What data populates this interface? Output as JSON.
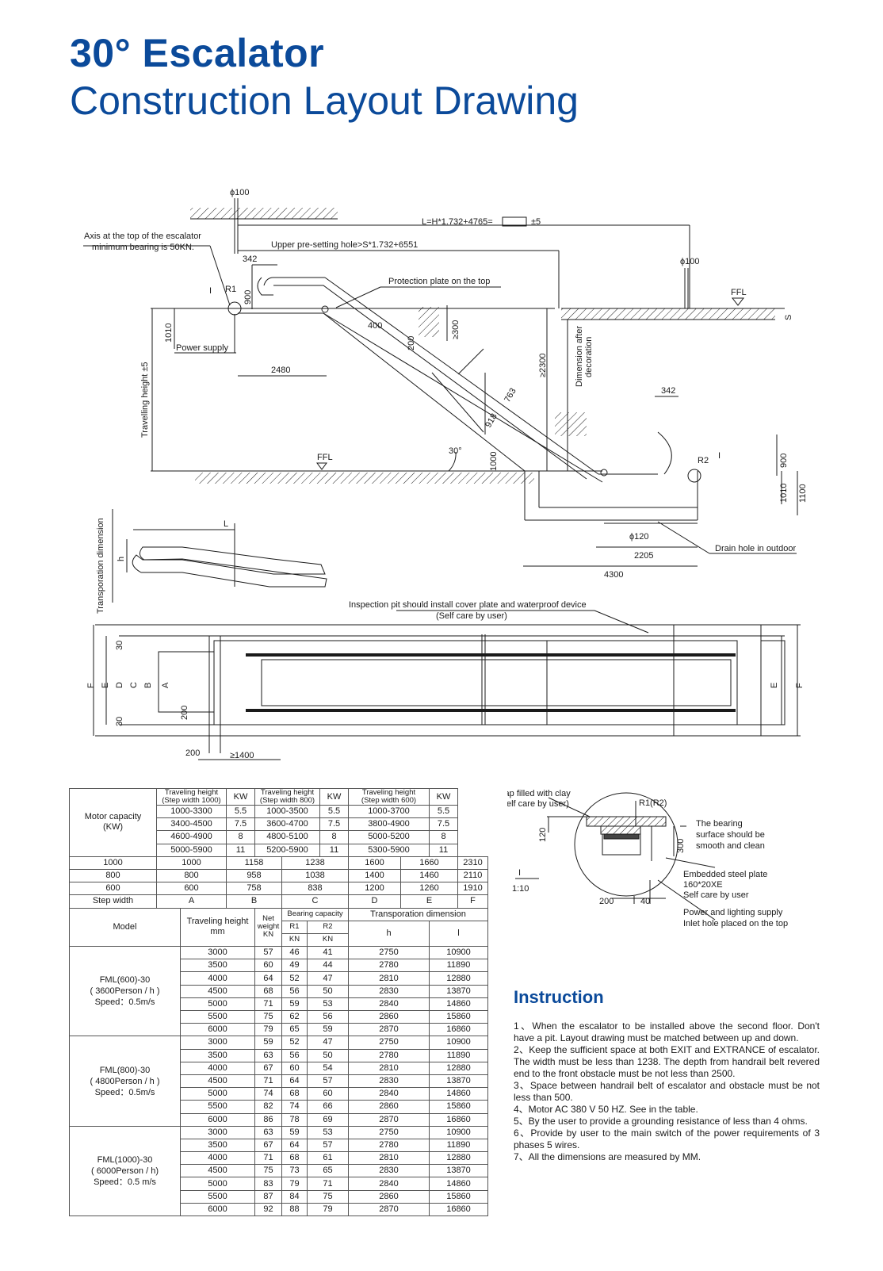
{
  "title": {
    "line1": "30° Escalator",
    "line2": "Construction Layout Drawing"
  },
  "drawing_labels": {
    "phi100_top": "ϕ100",
    "L_formula": "L=H*1.732+4765=",
    "tol5": "±5",
    "axis_note_1": "Axis at the top of the escalator",
    "axis_note_2": "minimum bearing is 50KN.",
    "upper_hole": "Upper pre-setting hole>S*1.732+6551",
    "d342a": "342",
    "phi100_b": "ϕ100",
    "protection": "Protection plate on the top",
    "FFL": "FFL",
    "S": "S",
    "R1": "R1",
    "R2": "R2",
    "I": "I",
    "d900a": "900",
    "d1010": "1010",
    "power": "Power supply",
    "d400": "400",
    "d200": "200",
    "d300": "≥300",
    "d2300": "≥2300",
    "dim_after_1": "Dimension after",
    "dim_after_2": "decoration",
    "d2480": "2480",
    "travel_h": "Travelling height ±5",
    "d342b": "342",
    "d763": "763",
    "d918": "918",
    "d30deg": "30°",
    "d1000": "1000",
    "d900b": "900",
    "d1010b": "1010",
    "d1100": "1100",
    "phi120": "ϕ120",
    "d2205": "2205",
    "drain": "Drain hole in outdoor",
    "d4300": "4300",
    "L": "L",
    "h": "h",
    "transport": "Transporation dimension",
    "pit_note": "Inspection pit should install cover plate and waterproof device",
    "self_care": "(Self care by user)",
    "F": "F",
    "E": "E",
    "D": "D",
    "C": "C",
    "B": "B",
    "A": "A",
    "d30": "30",
    "d200b": "200",
    "d200c": "200",
    "d1400": "≥1400",
    "detail_R": "R1(R2)",
    "gap_1": "Gap filled with clay",
    "gap_2": "(Self care by user)",
    "d120": "120",
    "d300b": "300",
    "bearing_1": "The bearing",
    "bearing_2": "surface should be",
    "bearing_3": "smooth and clean",
    "embed_1": "Embedded steel plate",
    "embed_2": "160*20XE",
    "embed_3": "Self care by user",
    "scale": "1:10",
    "d200d": "200",
    "d40": "40",
    "plsupply_1": "Power and lighting supply",
    "plsupply_2": "Inlet hole placed on the top"
  },
  "motor_table": {
    "label_1": "Motor capacity",
    "label_2": "(KW)",
    "th1_1": "Traveling height",
    "th1_2": "(Step width 1000)",
    "th2_1": "Traveling height",
    "th2_2": "(Step width 800)",
    "th3_1": "Traveling height",
    "th3_2": "(Step width 600)",
    "kw": "KW",
    "rows": [
      [
        "1000-3300",
        "5.5",
        "1000-3500",
        "5.5",
        "1000-3700",
        "5.5"
      ],
      [
        "3400-4500",
        "7.5",
        "3600-4700",
        "7.5",
        "3800-4900",
        "7.5"
      ],
      [
        "4600-4900",
        "8",
        "4800-5100",
        "8",
        "5000-5200",
        "8"
      ],
      [
        "5000-5900",
        "11",
        "5200-5900",
        "11",
        "5300-5900",
        "11"
      ]
    ]
  },
  "width_table": {
    "rows": [
      [
        "1000",
        "1000",
        "1158",
        "1238",
        "1600",
        "1660",
        "2310"
      ],
      [
        "800",
        "800",
        "958",
        "1038",
        "1400",
        "1460",
        "2110"
      ],
      [
        "600",
        "600",
        "758",
        "838",
        "1200",
        "1260",
        "1910"
      ],
      [
        "Step width",
        "A",
        "B",
        "C",
        "D",
        "E",
        "F"
      ]
    ]
  },
  "model_table": {
    "h_model": "Model",
    "h_travel_1": "Traveling height",
    "h_travel_2": "mm",
    "h_net_1": "Net",
    "h_net_2": "weight",
    "h_net_3": "KN",
    "h_bearing": "Bearing capacity",
    "h_r1": "R1",
    "h_r2": "R2",
    "h_kn": "KN",
    "h_transport": "Transporation dimension",
    "h_h": "h",
    "h_l": "l",
    "groups": [
      {
        "name_1": "FML(600)-30",
        "name_2": "( 3600Person / h )",
        "name_3": "Speed：0.5m/s",
        "rows": [
          [
            "3000",
            "57",
            "46",
            "41",
            "2750",
            "10900"
          ],
          [
            "3500",
            "60",
            "49",
            "44",
            "2780",
            "11890"
          ],
          [
            "4000",
            "64",
            "52",
            "47",
            "2810",
            "12880"
          ],
          [
            "4500",
            "68",
            "56",
            "50",
            "2830",
            "13870"
          ],
          [
            "5000",
            "71",
            "59",
            "53",
            "2840",
            "14860"
          ],
          [
            "5500",
            "75",
            "62",
            "56",
            "2860",
            "15860"
          ],
          [
            "6000",
            "79",
            "65",
            "59",
            "2870",
            "16860"
          ]
        ]
      },
      {
        "name_1": "FML(800)-30",
        "name_2": "( 4800Person / h )",
        "name_3": "Speed：0.5m/s",
        "rows": [
          [
            "3000",
            "59",
            "52",
            "47",
            "2750",
            "10900"
          ],
          [
            "3500",
            "63",
            "56",
            "50",
            "2780",
            "11890"
          ],
          [
            "4000",
            "67",
            "60",
            "54",
            "2810",
            "12880"
          ],
          [
            "4500",
            "71",
            "64",
            "57",
            "2830",
            "13870"
          ],
          [
            "5000",
            "74",
            "68",
            "60",
            "2840",
            "14860"
          ],
          [
            "5500",
            "82",
            "74",
            "66",
            "2860",
            "15860"
          ],
          [
            "6000",
            "86",
            "78",
            "69",
            "2870",
            "16860"
          ]
        ]
      },
      {
        "name_1": "FML(1000)-30",
        "name_2": "( 6000Person / h)",
        "name_3": "Speed：0.5 m/s",
        "rows": [
          [
            "3000",
            "63",
            "59",
            "53",
            "2750",
            "10900"
          ],
          [
            "3500",
            "67",
            "64",
            "57",
            "2780",
            "11890"
          ],
          [
            "4000",
            "71",
            "68",
            "61",
            "2810",
            "12880"
          ],
          [
            "4500",
            "75",
            "73",
            "65",
            "2830",
            "13870"
          ],
          [
            "5000",
            "83",
            "79",
            "71",
            "2840",
            "14860"
          ],
          [
            "5500",
            "87",
            "84",
            "75",
            "2860",
            "15860"
          ],
          [
            "6000",
            "92",
            "88",
            "79",
            "2870",
            "16860"
          ]
        ]
      }
    ]
  },
  "instruction": {
    "title": "Instruction",
    "items": [
      "1、When the escalator to be installed above the second floor.  Don't have a pit. Layout drawing must be matched between up and down.",
      "2、Keep the sufficient space at both EXIT and EXTRANCE of escalator.  The width must be less than 1238.  The depth from handrail belt revered end to the front obstacle must be not less than 2500.",
      "3、Space between handrail belt of escalator and obstacle must be not less than 500.",
      "4、Motor AC 380 V 50 HZ. See in the table.",
      "5、By the user to provide a grounding resistance of less than 4 ohms.",
      "6、Provide by user to the main switch of the power requirements of 3 phases 5 wires.",
      "7、All the dimensions are measured by MM."
    ]
  },
  "colors": {
    "brand": "#0b4a9a",
    "line": "#1a1a1a"
  }
}
